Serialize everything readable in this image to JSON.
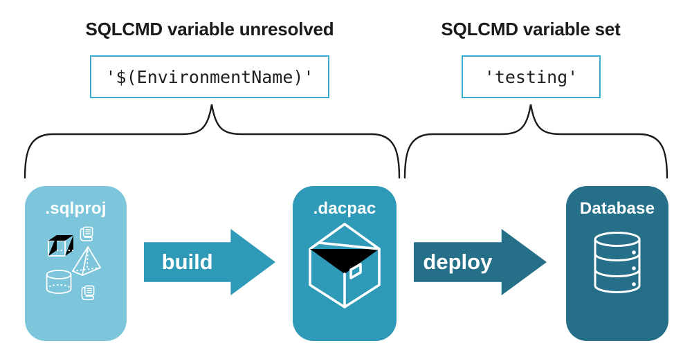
{
  "annotations": {
    "left": {
      "title": "SQLCMD variable unresolved",
      "code": "'$(EnvironmentName)'"
    },
    "right": {
      "title": "SQLCMD variable set",
      "code": "'testing'"
    }
  },
  "nodes": [
    {
      "id": "sqlproj",
      "label": ".sqlproj",
      "icons": [
        "scroll-icon",
        "cube-icon",
        "pyramid-icon",
        "cylinder-icon",
        "scroll-icon"
      ]
    },
    {
      "id": "dacpac",
      "label": ".dacpac",
      "icons": [
        "package-icon"
      ]
    },
    {
      "id": "database",
      "label": "Database",
      "icons": [
        "database-icon"
      ]
    }
  ],
  "arrows": [
    {
      "id": "build",
      "label": "build"
    },
    {
      "id": "deploy",
      "label": "deploy"
    }
  ],
  "colors": {
    "sqlproj_card": "#7cc5da",
    "dacpac_card": "#2e9ab7",
    "database_card": "#256f88",
    "build_arrow": "#2e9ab7",
    "deploy_arrow": "#256f88",
    "code_box_border": "#3aaccf",
    "brace": "#1a1a1a",
    "heading_text": "#1a1a1a",
    "code_text": "#1f1f1f",
    "card_text": "#ffffff"
  }
}
